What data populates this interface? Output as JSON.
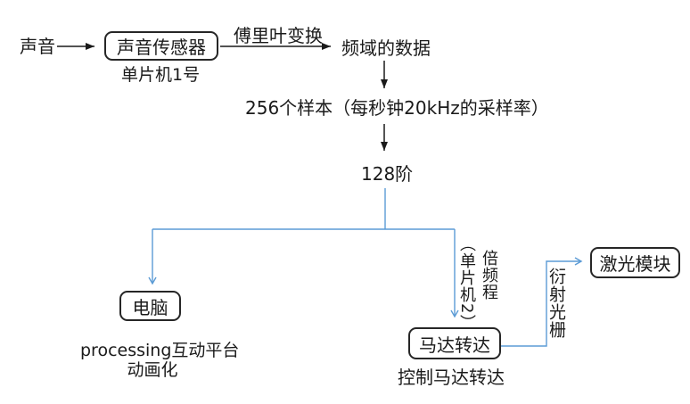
{
  "diagram": {
    "colors": {
      "connector_black": "#1a1a1a",
      "connector_blue": "#5b9bd5",
      "box_border": "#262626",
      "background": "#ffffff"
    },
    "nodes": {
      "sound_label": "声音",
      "sensor_box_label": "声音传感器",
      "sensor_caption": "单片机1号",
      "fourier_arrow_label": "傅里叶变换",
      "freq_data_label": "频域的数据",
      "samples_label": "256个样本（每秒钟20kHz的采样率）",
      "order_label": "128阶",
      "computer_box_label": "电脑",
      "computer_caption_line1": "processing互动平台",
      "computer_caption_line2": "动画化",
      "mcu2_vertical_label": "（单片机2）",
      "octave_vertical_label": "倍频程",
      "motor_box_label": "马达转达",
      "motor_caption": "控制马达转达",
      "grating_vertical_label": "衍射光栅",
      "laser_box_label": "激光模块"
    }
  }
}
